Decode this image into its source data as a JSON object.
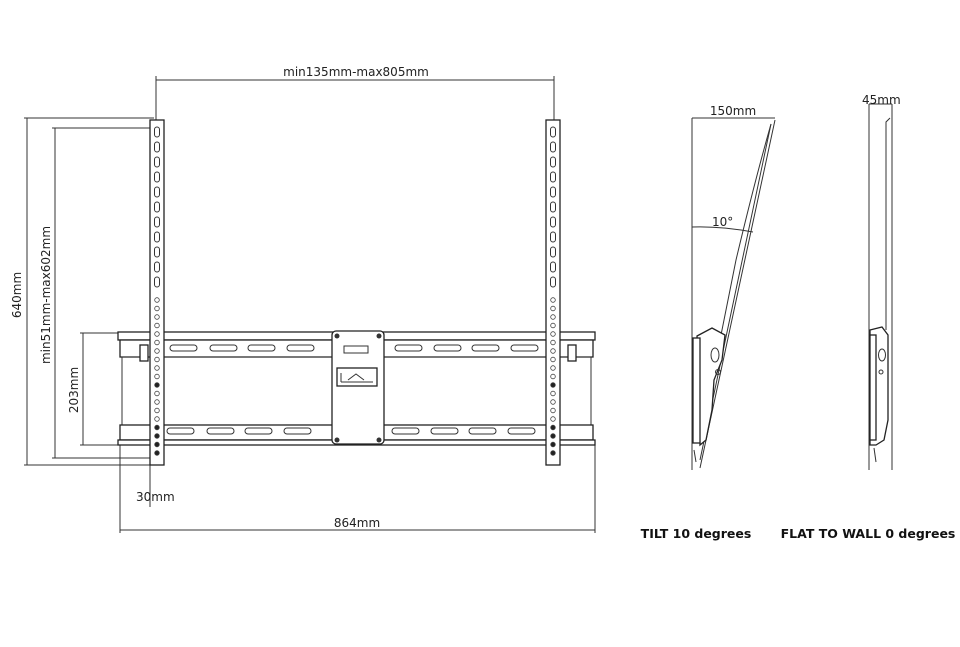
{
  "dimensions": {
    "horizontal_range": "min135mm-max805mm",
    "height_total": "640mm",
    "vertical_range": "min51mm-max602mm",
    "frame_height": "203mm",
    "rail_offset": "30mm",
    "frame_width": "864mm",
    "tilt_depth": "150mm",
    "tilt_angle": "10°",
    "flat_depth": "45mm"
  },
  "captions": {
    "tilt": "TILT 10 degrees",
    "flat": "FLAT TO WALL 0 degrees"
  },
  "colors": {
    "line": "#333333",
    "text": "#222222"
  }
}
